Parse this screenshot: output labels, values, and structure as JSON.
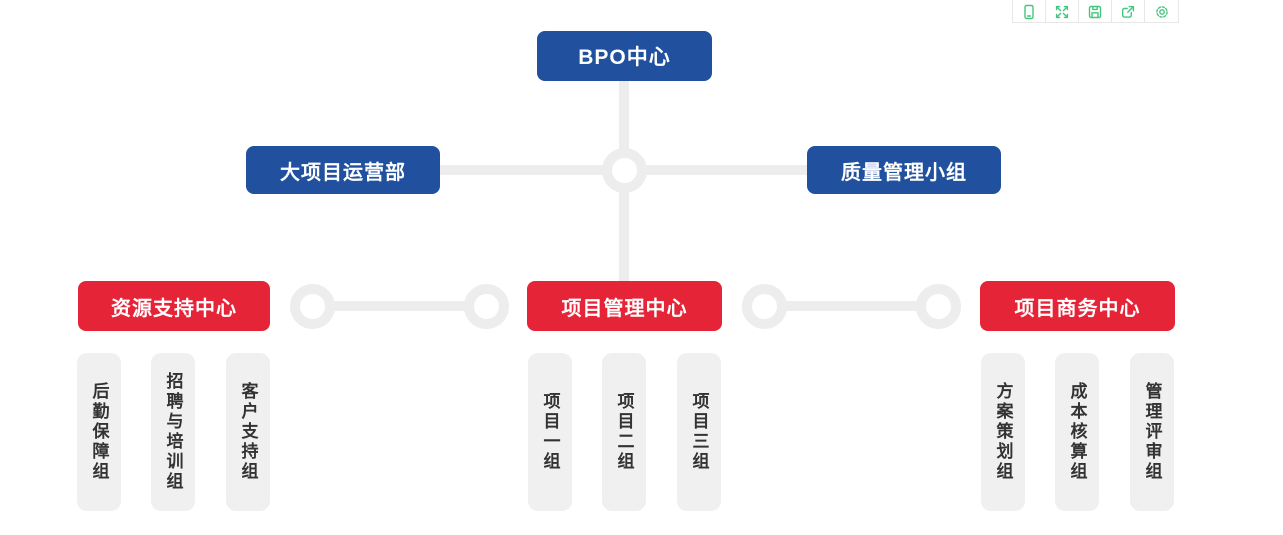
{
  "colors": {
    "node_blue": "#20509e",
    "node_red": "#e62438",
    "connector_gray": "#ededed",
    "leaf_bg": "#f0f0f0",
    "leaf_text": "#333333",
    "toolbar_icon_green": "#42c77d",
    "toolbar_border": "#e7e7e7"
  },
  "toolbar": {
    "icons": [
      {
        "name": "device-preview"
      },
      {
        "name": "fullscreen"
      },
      {
        "name": "save"
      },
      {
        "name": "share-export"
      },
      {
        "name": "settings"
      }
    ]
  },
  "org": {
    "root": {
      "label": "BPO中心"
    },
    "departments": [
      {
        "label": "大项目运营部"
      },
      {
        "label": "质量管理小组"
      }
    ],
    "centers": [
      {
        "label": "资源支持中心",
        "groups": [
          "后勤保障组",
          "招聘与培训组",
          "客户支持组"
        ]
      },
      {
        "label": "项目管理中心",
        "groups": [
          "项目一组",
          "项目二组",
          "项目三组"
        ]
      },
      {
        "label": "项目商务中心",
        "groups": [
          "方案策划组",
          "成本核算组",
          "管理评审组"
        ]
      }
    ]
  }
}
